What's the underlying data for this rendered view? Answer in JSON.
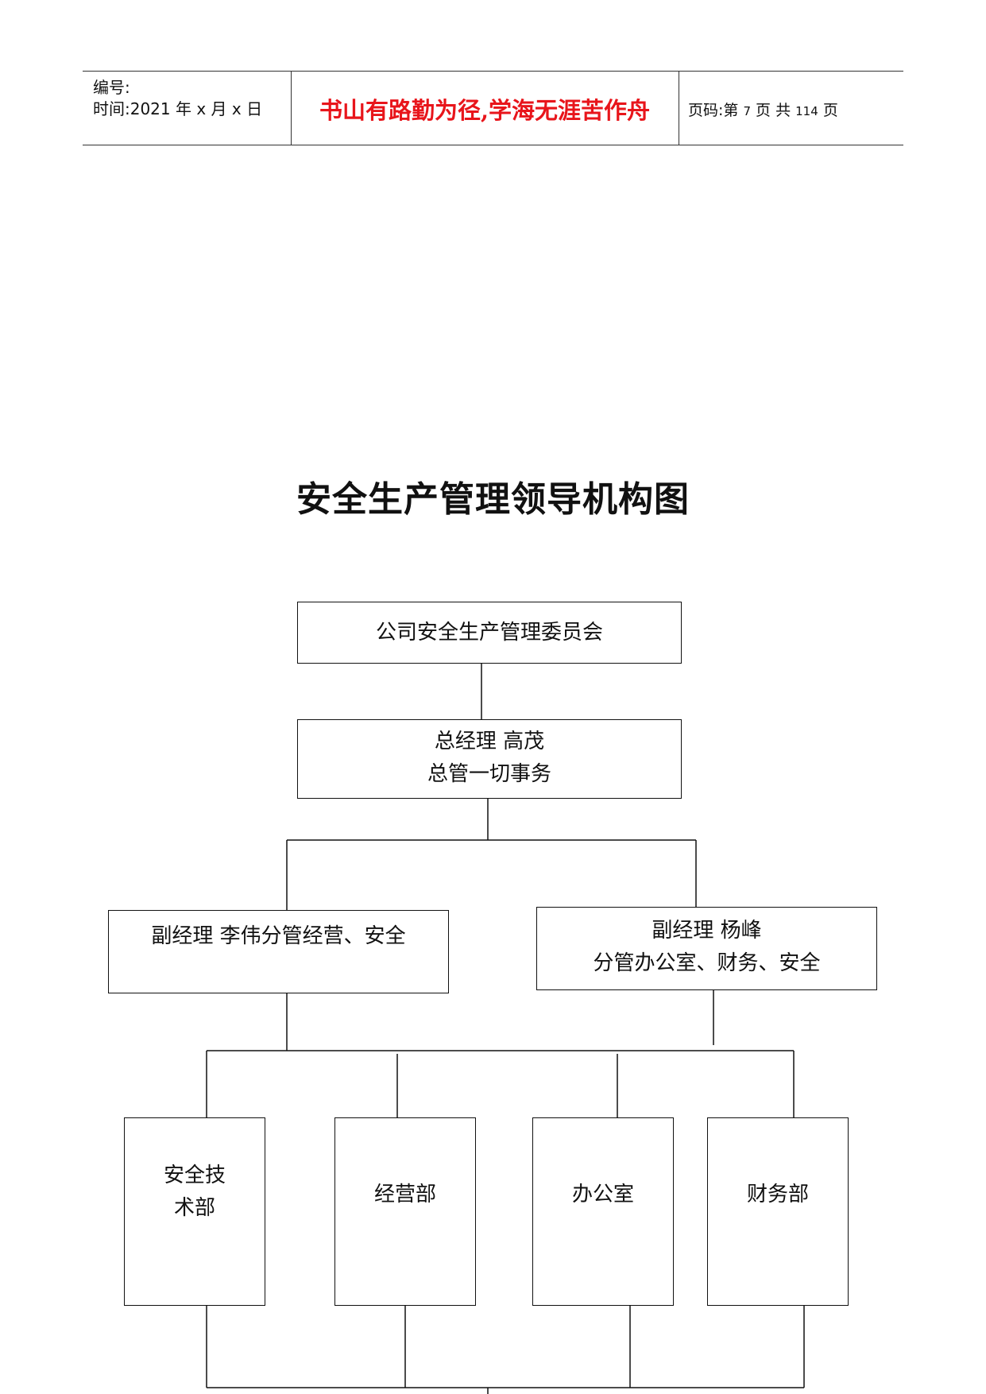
{
  "header": {
    "number_label": "编号:",
    "time_label": "时间:2021 年 x 月 x 日",
    "motto": "书山有路勤为径,学海无涯苦作舟",
    "page_prefix": "页码:第",
    "page_current": "7",
    "page_middle": "页  共",
    "page_total": "114",
    "page_suffix": "页",
    "motto_color": "#e8151b"
  },
  "title": "安全生产管理领导机构图",
  "org": {
    "committee": "公司安全生产管理委员会",
    "general_manager": {
      "line1": "总经理    高茂",
      "line2": "总管一切事务"
    },
    "deputy_left": {
      "line1": "副经理    李伟分管经营、安全"
    },
    "deputy_right": {
      "line1": "副经理    杨峰",
      "line2": "分管办公室、财务、安全"
    },
    "departments": [
      {
        "line1": "安全技",
        "line2": "术部"
      },
      {
        "line1": "经营部",
        "line2": ""
      },
      {
        "line1": "办公室",
        "line2": ""
      },
      {
        "line1": "财务部",
        "line2": ""
      }
    ]
  }
}
